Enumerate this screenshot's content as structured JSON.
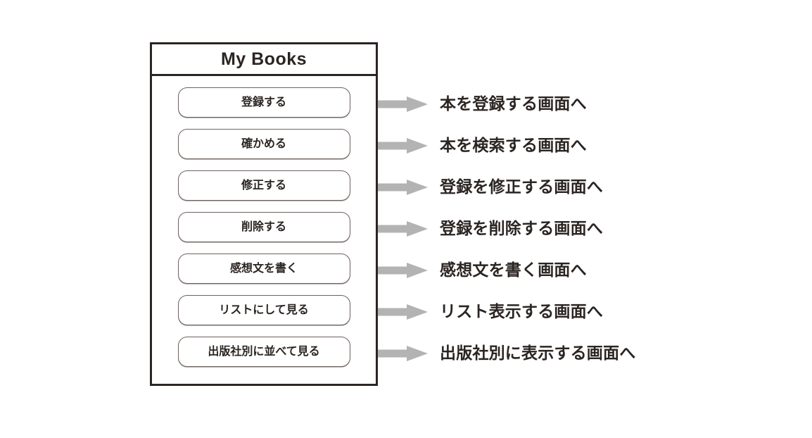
{
  "app": {
    "title": "My Books",
    "buttons": [
      {
        "label": "登録する"
      },
      {
        "label": "確かめる"
      },
      {
        "label": "修正する"
      },
      {
        "label": "削除する"
      },
      {
        "label": "感想文を書く"
      },
      {
        "label": "リストにして見る"
      },
      {
        "label": "出版社別に並べて見る"
      }
    ]
  },
  "flows": [
    {
      "destination": "本を登録する画面へ"
    },
    {
      "destination": "本を検索する画面へ"
    },
    {
      "destination": "登録を修正する画面へ"
    },
    {
      "destination": "登録を削除する画面へ"
    },
    {
      "destination": "感想文を書く画面へ"
    },
    {
      "destination": "リスト表示する画面へ"
    },
    {
      "destination": "出版社別に表示する画面へ"
    }
  ],
  "colors": {
    "background": "#ffffff",
    "panel_border": "#2b2522",
    "button_border": "#6e625e",
    "text": "#2b2522",
    "arrow": "#b3b3b3"
  },
  "icons": {
    "arrow": "arrow-right-icon"
  }
}
